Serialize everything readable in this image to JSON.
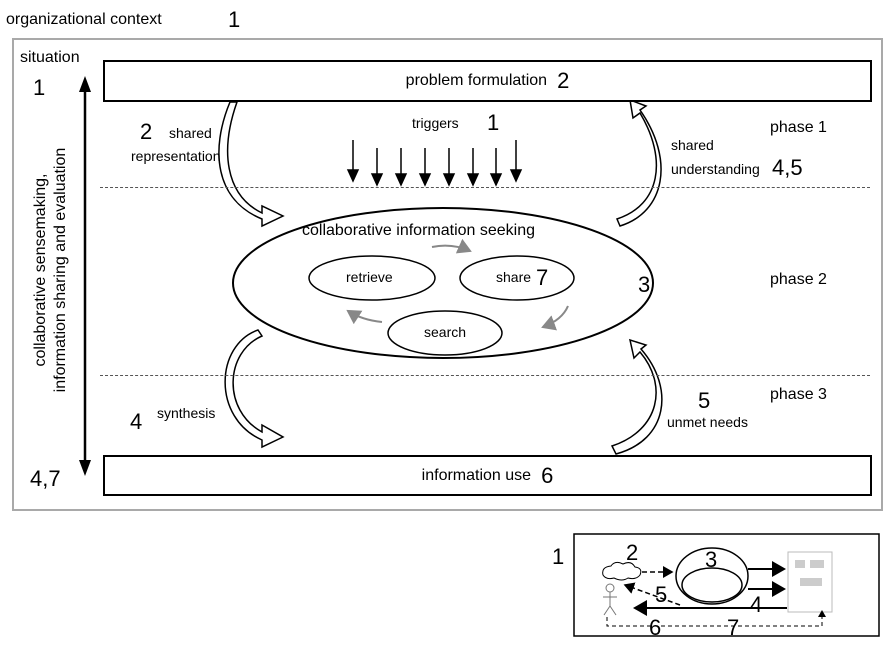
{
  "header": {
    "context_label": "organizational context",
    "context_num": "1"
  },
  "left": {
    "situation_label": "situation",
    "situation_num": "1",
    "vertical_line1": "collaborative sensemaking,",
    "vertical_line2": "information sharing and evaluation",
    "bottom_num": "4,7"
  },
  "top_box": {
    "label": "problem formulation",
    "num": "2"
  },
  "bottom_box": {
    "label": "information use",
    "num": "6"
  },
  "phases": {
    "p1": "phase 1",
    "p2": "phase 2",
    "p3": "phase 3"
  },
  "flows": {
    "shared_rep_num": "2",
    "shared_rep_line1": "shared",
    "shared_rep_line2": "representation",
    "triggers_label": "triggers",
    "triggers_num": "1",
    "shared_und_line1": "shared",
    "shared_und_line2": "understanding",
    "shared_und_num": "4,5",
    "synthesis_num": "4",
    "synthesis_label": "synthesis",
    "unmet_num": "5",
    "unmet_label": "unmet needs"
  },
  "seeking": {
    "title": "collaborative information seeking",
    "num": "3",
    "retrieve": "retrieve",
    "share": "share",
    "share_num": "7",
    "search": "search"
  },
  "inset": {
    "n1": "1",
    "n2": "2",
    "n3": "3",
    "n4": "4",
    "n5": "5",
    "n6": "6",
    "n7": "7"
  }
}
